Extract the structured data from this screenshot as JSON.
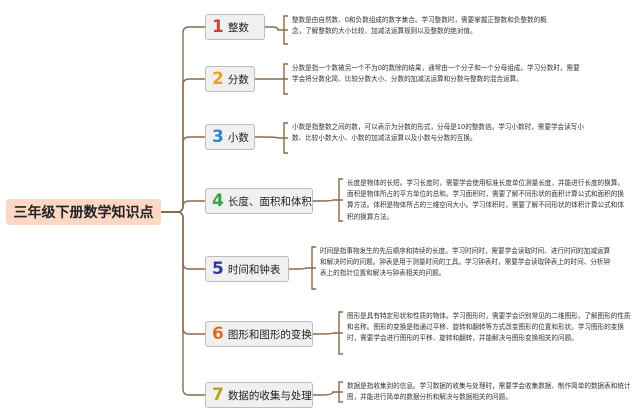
{
  "root": {
    "label": "三年级下册数学知识点"
  },
  "topics": [
    {
      "num": "1",
      "label": "整数",
      "color": "#d93a3a",
      "description": "整数是由自然数、0和负数组成的数字集合。学习整数时，需要掌握正整数和负整数的概念，了解整数的大小比较、加减法运算规则以及整数的绝对值。"
    },
    {
      "num": "2",
      "label": "分数",
      "color": "#e8a21b",
      "description": "分数是指一个数被另一个不为0的数除的结果，通常由一个分子和一个分母组成。学习分数时，需要学会将分数化简、比较分数大小、分数的加减法运算和分数与整数的混合运算。"
    },
    {
      "num": "3",
      "label": "小数",
      "color": "#2a86c8",
      "description": "小数是指整数之间的数，可以表示为分数的形式，分母是10的整数倍。学习小数时，需要学会读写小数、比较小数大小、小数的加减法运算以及小数与分数的互换。"
    },
    {
      "num": "4",
      "label": "长度、面积和体积",
      "color": "#3aa341",
      "description": "长度是物体的长短。学习长度时，需要学会使用标准长度单位测量长度，并能进行长度的换算。面积是物体所占的平方单位的总和。学习面积时，需要了解不同形状的面积计算公式和面积的换算方法。体积是物体所占的三维空间大小。学习体积时，需要了解不同形状的体积计算公式和体积的换算方法。"
    },
    {
      "num": "5",
      "label": "时间和钟表",
      "color": "#2c3a9a",
      "description": "时间是指事物发生的先后顺序和持续的长度。学习时间时，需要学会读取时间、进行时间的加减运算和解决时间的问题。钟表是用于测量时间的工具。学习钟表时，需要学会读取钟表上的时间、分析钟表上的指针位置和解决与钟表相关的问题。"
    },
    {
      "num": "6",
      "label": "图形和图形的变换",
      "color": "#e06a2a",
      "description": "图形是具有特定形状和性质的物体。学习图形时，需要学会识别常见的二维图形，了解图形的性质和名称。图形的变换是指通过平移、旋转和翻转等方式改变图形的位置和形状。学习图形的变换时，需要学会进行图形的平移、旋转和翻转，并能解决与图形变换相关的问题。"
    },
    {
      "num": "7",
      "label": "数据的收集与处理",
      "color": "#b5a51e",
      "description": "数据是指收集到的信息。学习数据的收集与处理时，需要学会收集数据、制作简单的数据表和统计图，并能进行简单的数据分析和解决与数据相关的问题。"
    }
  ],
  "colors": {
    "line": "#8a6a4a",
    "root_bg": "#fbd7c4",
    "topic_bg": "#f0f0f0"
  }
}
